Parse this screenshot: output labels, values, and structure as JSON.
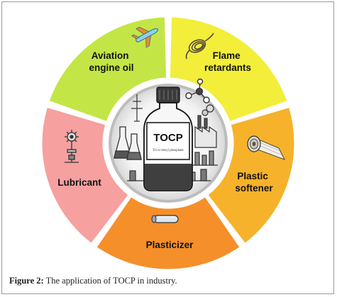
{
  "diagram": {
    "center": {
      "bottle_label": "TOCP",
      "bottle_sublabel": "Tri-o-cresyl phosphate"
    },
    "segments": [
      {
        "id": "aviation",
        "label_lines": [
          "Aviation",
          "engine oil"
        ],
        "color": "#f2ee3a",
        "icon": "airplane-icon"
      },
      {
        "id": "flame",
        "label_lines": [
          "Flame",
          "retardants"
        ],
        "color": "#f6b22a",
        "icon": "cable-coil-icon"
      },
      {
        "id": "plastic",
        "label_lines": [
          "Plastic",
          "softener"
        ],
        "color": "#f58f2a",
        "icon": "plastic-roll-icon"
      },
      {
        "id": "plasticizer",
        "label_lines": [
          "Plasticizer"
        ],
        "color": "#f6a0a0",
        "icon": "tube-icon"
      },
      {
        "id": "lubricant",
        "label_lines": [
          "Lubricant"
        ],
        "color": "#c3e646",
        "icon": "gear-valve-icon"
      }
    ]
  },
  "caption": {
    "figure_label": "Figure 2:",
    "text": "The application of TOCP in industry."
  }
}
